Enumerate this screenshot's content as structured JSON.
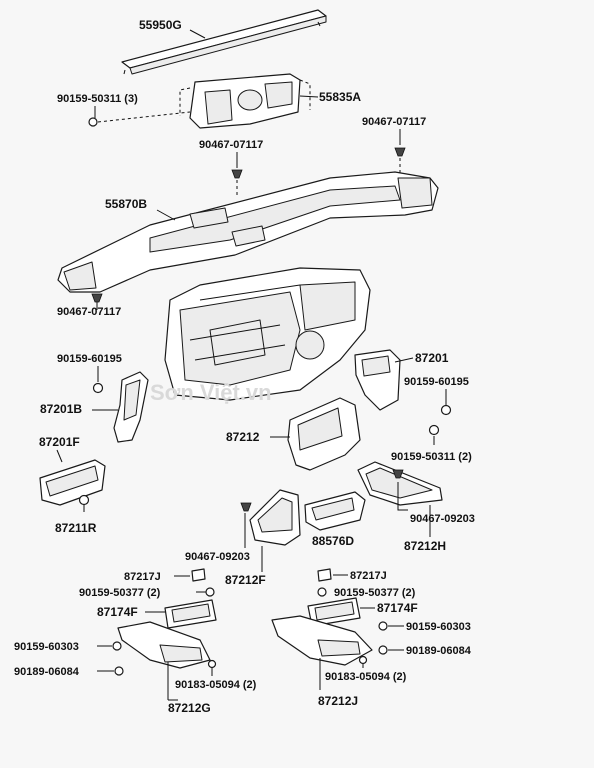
{
  "watermark": "Sơn Việt.vn",
  "labels": {
    "p55950G": "55950G",
    "p90159_50311_3": "90159-50311 (3)",
    "p55835A": "55835A",
    "p90467_07117_a": "90467-07117",
    "p90467_07117_b": "90467-07117",
    "p55870B": "55870B",
    "p90467_07117_c": "90467-07117",
    "p90159_60195_a": "90159-60195",
    "p87201": "87201",
    "p90159_60195_b": "90159-60195",
    "p87201B": "87201B",
    "p87212": "87212",
    "p90159_50311_2": "90159-50311 (2)",
    "p87201F": "87201F",
    "p87211R": "87211R",
    "p90467_09203_a": "90467-09203",
    "p88576D": "88576D",
    "p87212H": "87212H",
    "p90467_09203_b": "90467-09203",
    "p87212F": "87212F",
    "p87217J_a": "87217J",
    "p90159_50377_a": "90159-50377 (2)",
    "p87174F_a": "87174F",
    "p90159_60303_a": "90159-60303",
    "p90189_06084_a": "90189-06084",
    "p90183_05094_a": "90183-05094 (2)",
    "p87212G": "87212G",
    "p87217J_b": "87217J",
    "p90159_50377_b": "90159-50377 (2)",
    "p87174F_b": "87174F",
    "p90159_60303_b": "90159-60303",
    "p90189_06084_b": "90189-06084",
    "p90183_05094_b": "90183-05094 (2)",
    "p87212J": "87212J"
  }
}
